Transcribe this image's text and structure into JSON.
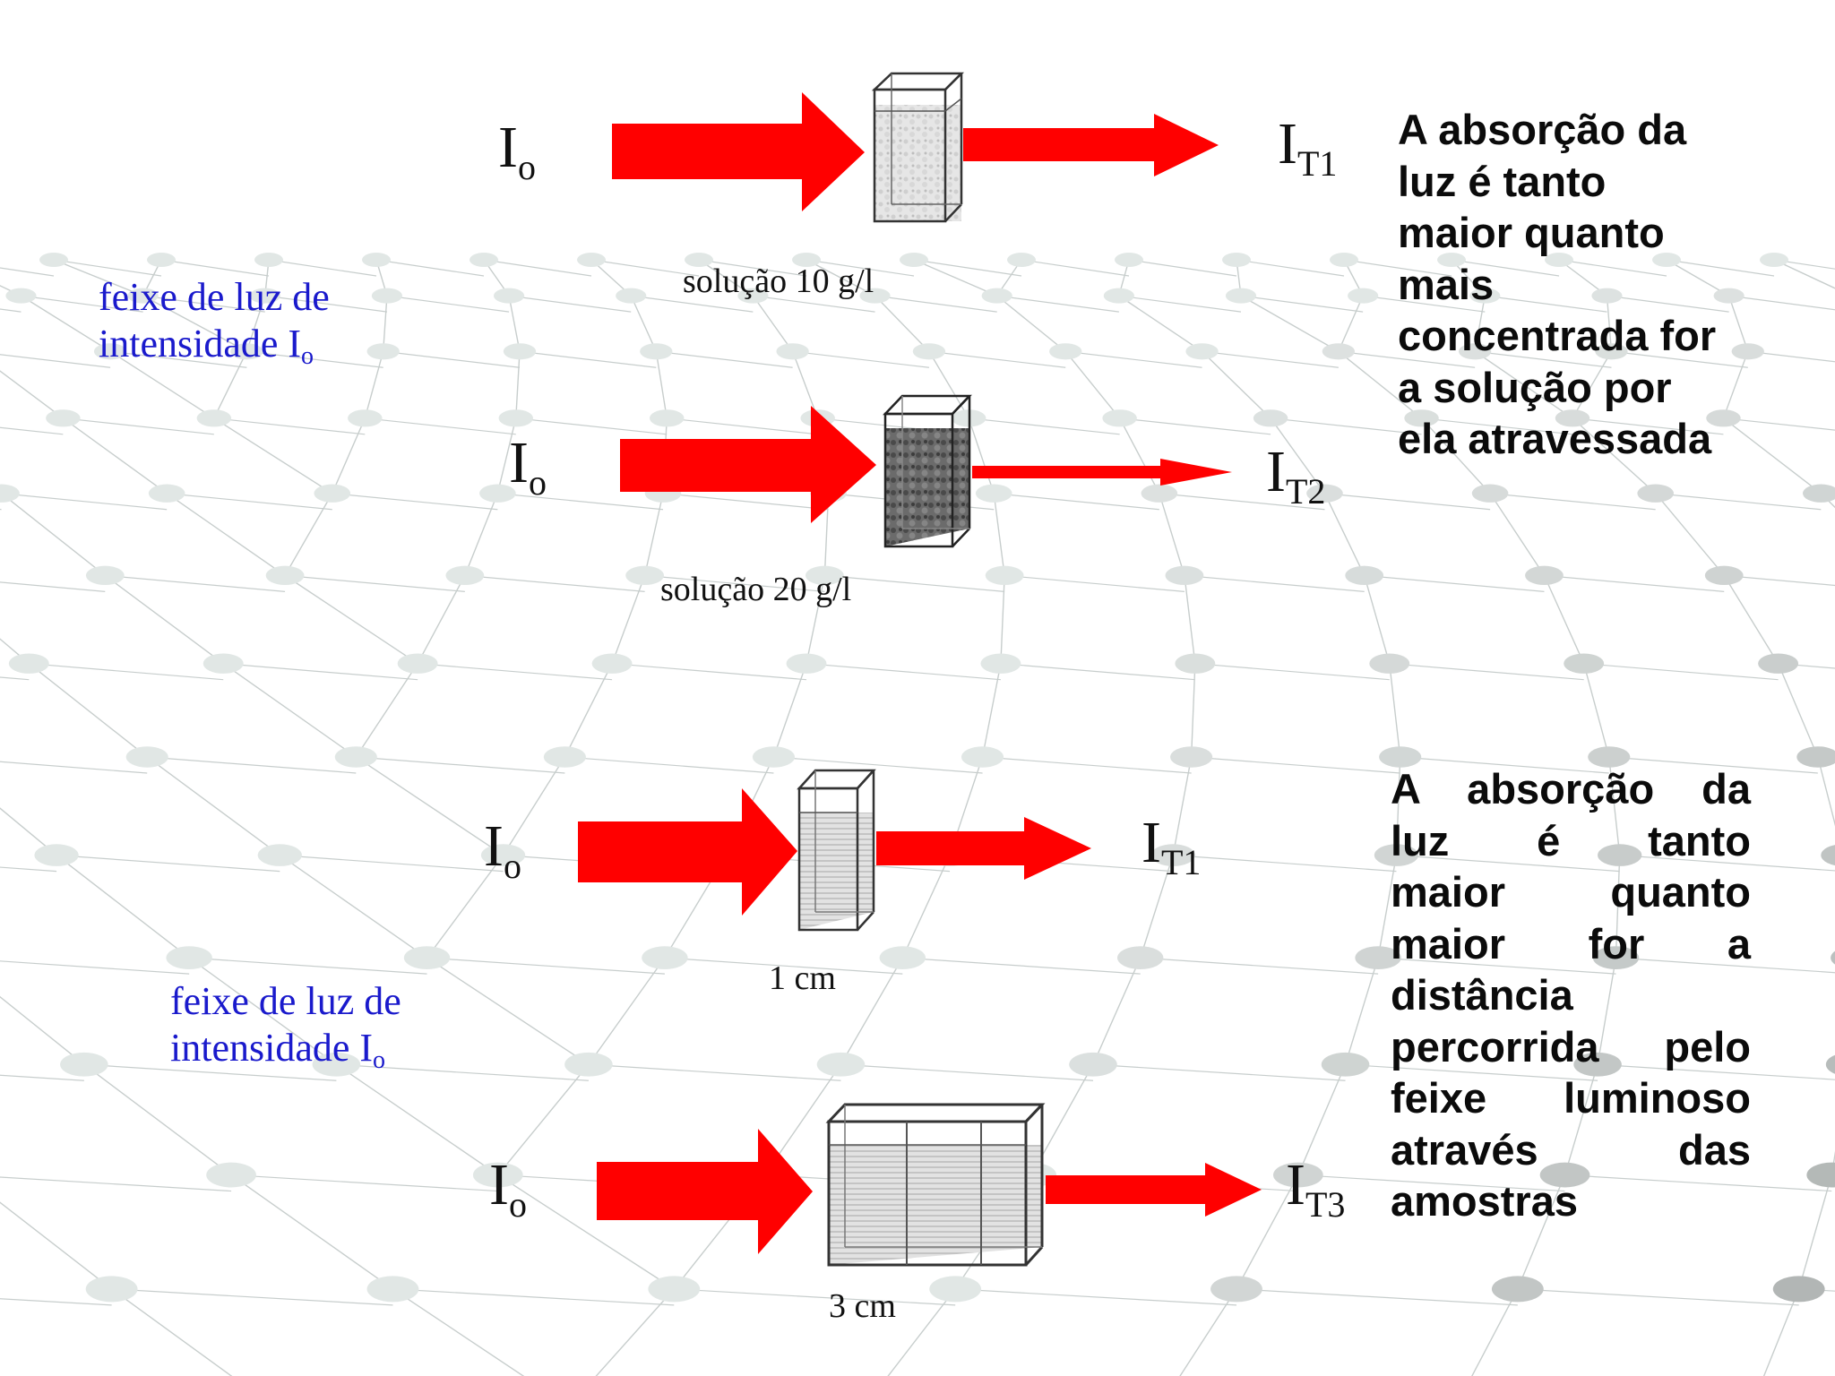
{
  "colors": {
    "arrow": "#ff0000",
    "blue_text": "#1a1acc",
    "dots": "#c9d4d1",
    "grid_line": "#9aa6a4"
  },
  "top_panel": {
    "row1": {
      "incident": "I",
      "incident_sub": "o",
      "transmitted": "I",
      "transmitted_sub": "T1",
      "caption": "solução 10  g/l"
    },
    "row2": {
      "incident": "I",
      "incident_sub": "o",
      "transmitted": "I",
      "transmitted_sub": "T2",
      "caption": "solução 20 g/l"
    },
    "beam_label": {
      "line1": "feixe de luz de",
      "line2": "intensidade I",
      "line2_sub": "o"
    },
    "explanation": [
      "A absorção da",
      "luz é tanto",
      "maior quanto",
      "mais",
      "concentrada for",
      "a solução por",
      "ela atravessada"
    ]
  },
  "bottom_panel": {
    "row1": {
      "incident": "I",
      "incident_sub": "o",
      "transmitted": "I",
      "transmitted_sub": "T1",
      "caption": "1 cm"
    },
    "row2": {
      "incident": "I",
      "incident_sub": "o",
      "transmitted": "I",
      "transmitted_sub": "T3",
      "caption": "3 cm"
    },
    "beam_label": {
      "line1": "feixe de luz de",
      "line2": "intensidade I",
      "line2_sub": "o"
    },
    "explanation": [
      "A absorção da",
      "luz é tanto",
      "maior quanto",
      "maior for a",
      "distância",
      "percorrida pelo",
      "feixe luminoso",
      "através das",
      "amostras"
    ]
  }
}
